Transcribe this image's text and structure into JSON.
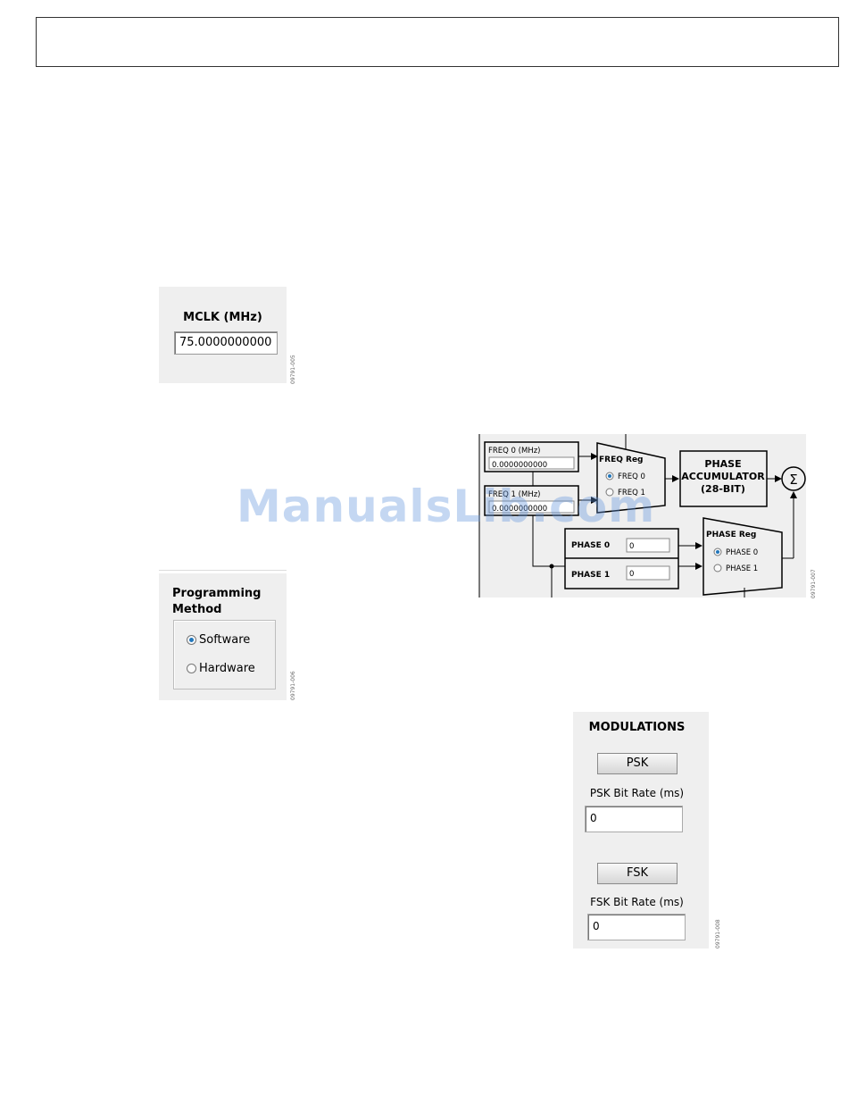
{
  "mclk": {
    "label": "MCLK (MHz)",
    "value": "75.0000000000",
    "fig_id": "09791-005"
  },
  "programming": {
    "title_line1": "Programming",
    "title_line2": "Method",
    "options": [
      {
        "label": "Software",
        "selected": true
      },
      {
        "label": "Hardware",
        "selected": false
      }
    ],
    "fig_id": "09791-006"
  },
  "diagram": {
    "fig_id": "09791-007",
    "freq0": {
      "label": "FREQ 0 (MHz)",
      "value": "0.0000000000"
    },
    "freq1": {
      "label": "FREQ 1 (MHz)",
      "value": "0.0000000000"
    },
    "freq_reg": {
      "title": "FREQ Reg",
      "opt0": "FREQ 0",
      "opt1": "FREQ 1"
    },
    "accumulator": {
      "line1": "PHASE",
      "line2": "ACCUMULATOR",
      "line3": "(28-BIT)"
    },
    "sum_symbol": "Σ",
    "phase0": {
      "label": "PHASE 0",
      "value": "0"
    },
    "phase1": {
      "label": "PHASE 1",
      "value": "0"
    },
    "phase_reg": {
      "title": "PHASE Reg",
      "opt0": "PHASE 0",
      "opt1": "PHASE 1"
    }
  },
  "modulations": {
    "title": "MODULATIONS",
    "psk_button": "PSK",
    "psk_rate_label": "PSK Bit Rate (ms)",
    "psk_rate_value": "0",
    "fsk_button": "FSK",
    "fsk_rate_label": "FSK Bit Rate (ms)",
    "fsk_rate_value": "0",
    "fig_id": "09791-008"
  },
  "watermark": "ManualsLib.com",
  "colors": {
    "panel": "#efefef",
    "radio_selected": "#2277bb",
    "watermark": "#6496dc"
  }
}
